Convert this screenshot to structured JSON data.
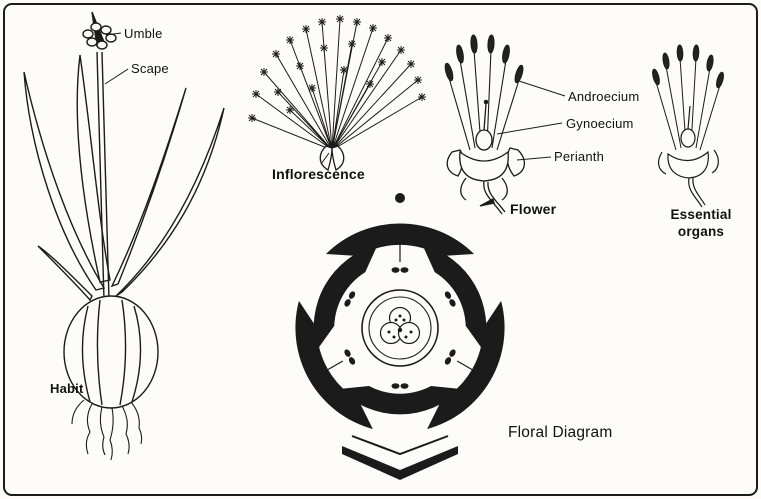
{
  "colors": {
    "ink": "#1b1b1b",
    "paper": "#fdfcf8"
  },
  "figures": {
    "habit": {
      "label": "Habit",
      "annotations": {
        "umble": "Umble",
        "scape": "Scape"
      }
    },
    "inflorescence": {
      "label": "Inflorescence"
    },
    "flower": {
      "label": "Flower",
      "annotations": {
        "androecium": "Androecium",
        "gynoecium": "Gynoecium",
        "perianth": "Perianth"
      }
    },
    "essential_organs": {
      "label": "Essential organs"
    },
    "floral_diagram": {
      "label": "Floral Diagram"
    }
  }
}
